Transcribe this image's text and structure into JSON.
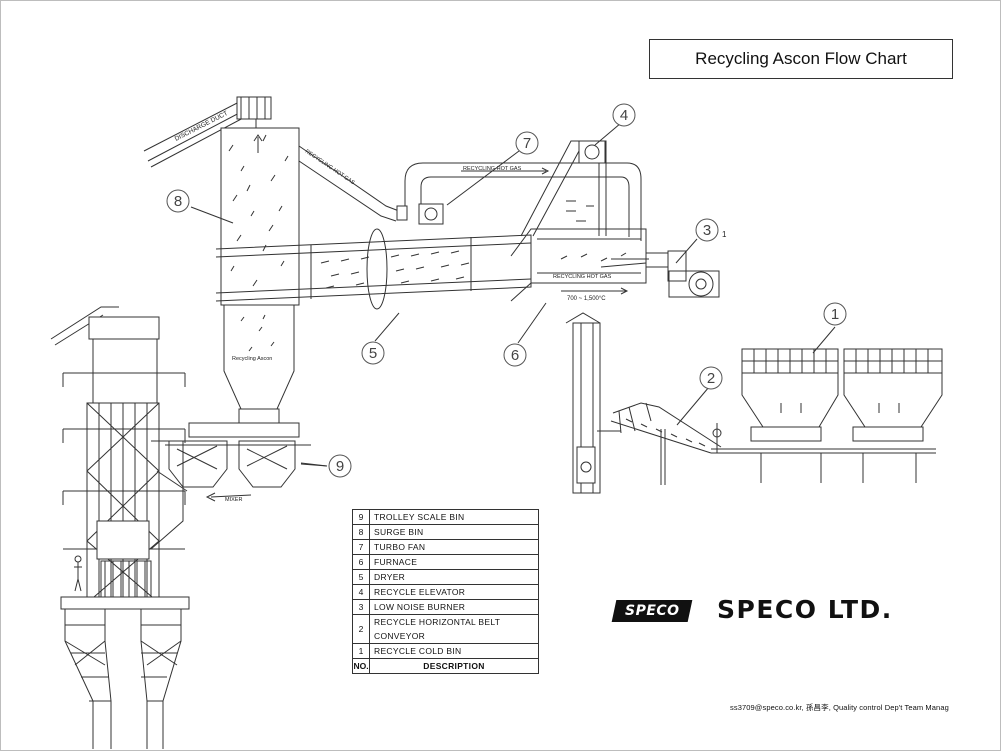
{
  "title": "Recycling Ascon Flow Chart",
  "legend": {
    "header": {
      "no": "NO.",
      "description": "DESCRIPTION"
    },
    "items": [
      {
        "no": "9",
        "description": "TROLLEY SCALE BIN"
      },
      {
        "no": "8",
        "description": "SURGE BIN"
      },
      {
        "no": "7",
        "description": "TURBO FAN"
      },
      {
        "no": "6",
        "description": "FURNACE"
      },
      {
        "no": "5",
        "description": "DRYER"
      },
      {
        "no": "4",
        "description": "RECYCLE ELEVATOR"
      },
      {
        "no": "3",
        "description": "LOW NOISE BURNER"
      },
      {
        "no": "2",
        "description": "RECYCLE HORIZONTAL BELT CONVEYOR"
      },
      {
        "no": "1",
        "description": "RECYCLE COLD BIN"
      }
    ]
  },
  "diagram_labels": {
    "discharge_duct": "DISCHARGE DUCT",
    "recycling_hot_gas_duct": "RECYCLING HOT GAS",
    "recycling_hot_gas_top": "RECYCLING HOT GAS",
    "recycling_hot_gas_dryer": "RECYCLING HOT GAS",
    "recycling_ascon": "Recycling Ascon",
    "temperature": "700 ~ 1,500°C",
    "mixer": "MIXER",
    "callout_3_suffix": "1"
  },
  "callouts": [
    "1",
    "2",
    "3",
    "4",
    "5",
    "6",
    "7",
    "8",
    "9"
  ],
  "company": {
    "logo_text": "SPECO",
    "name": "SPECO LTD.",
    "contact": "ss3709@speco.co.kr, 孫昌李, Quality control  Dep't Team Manag"
  }
}
